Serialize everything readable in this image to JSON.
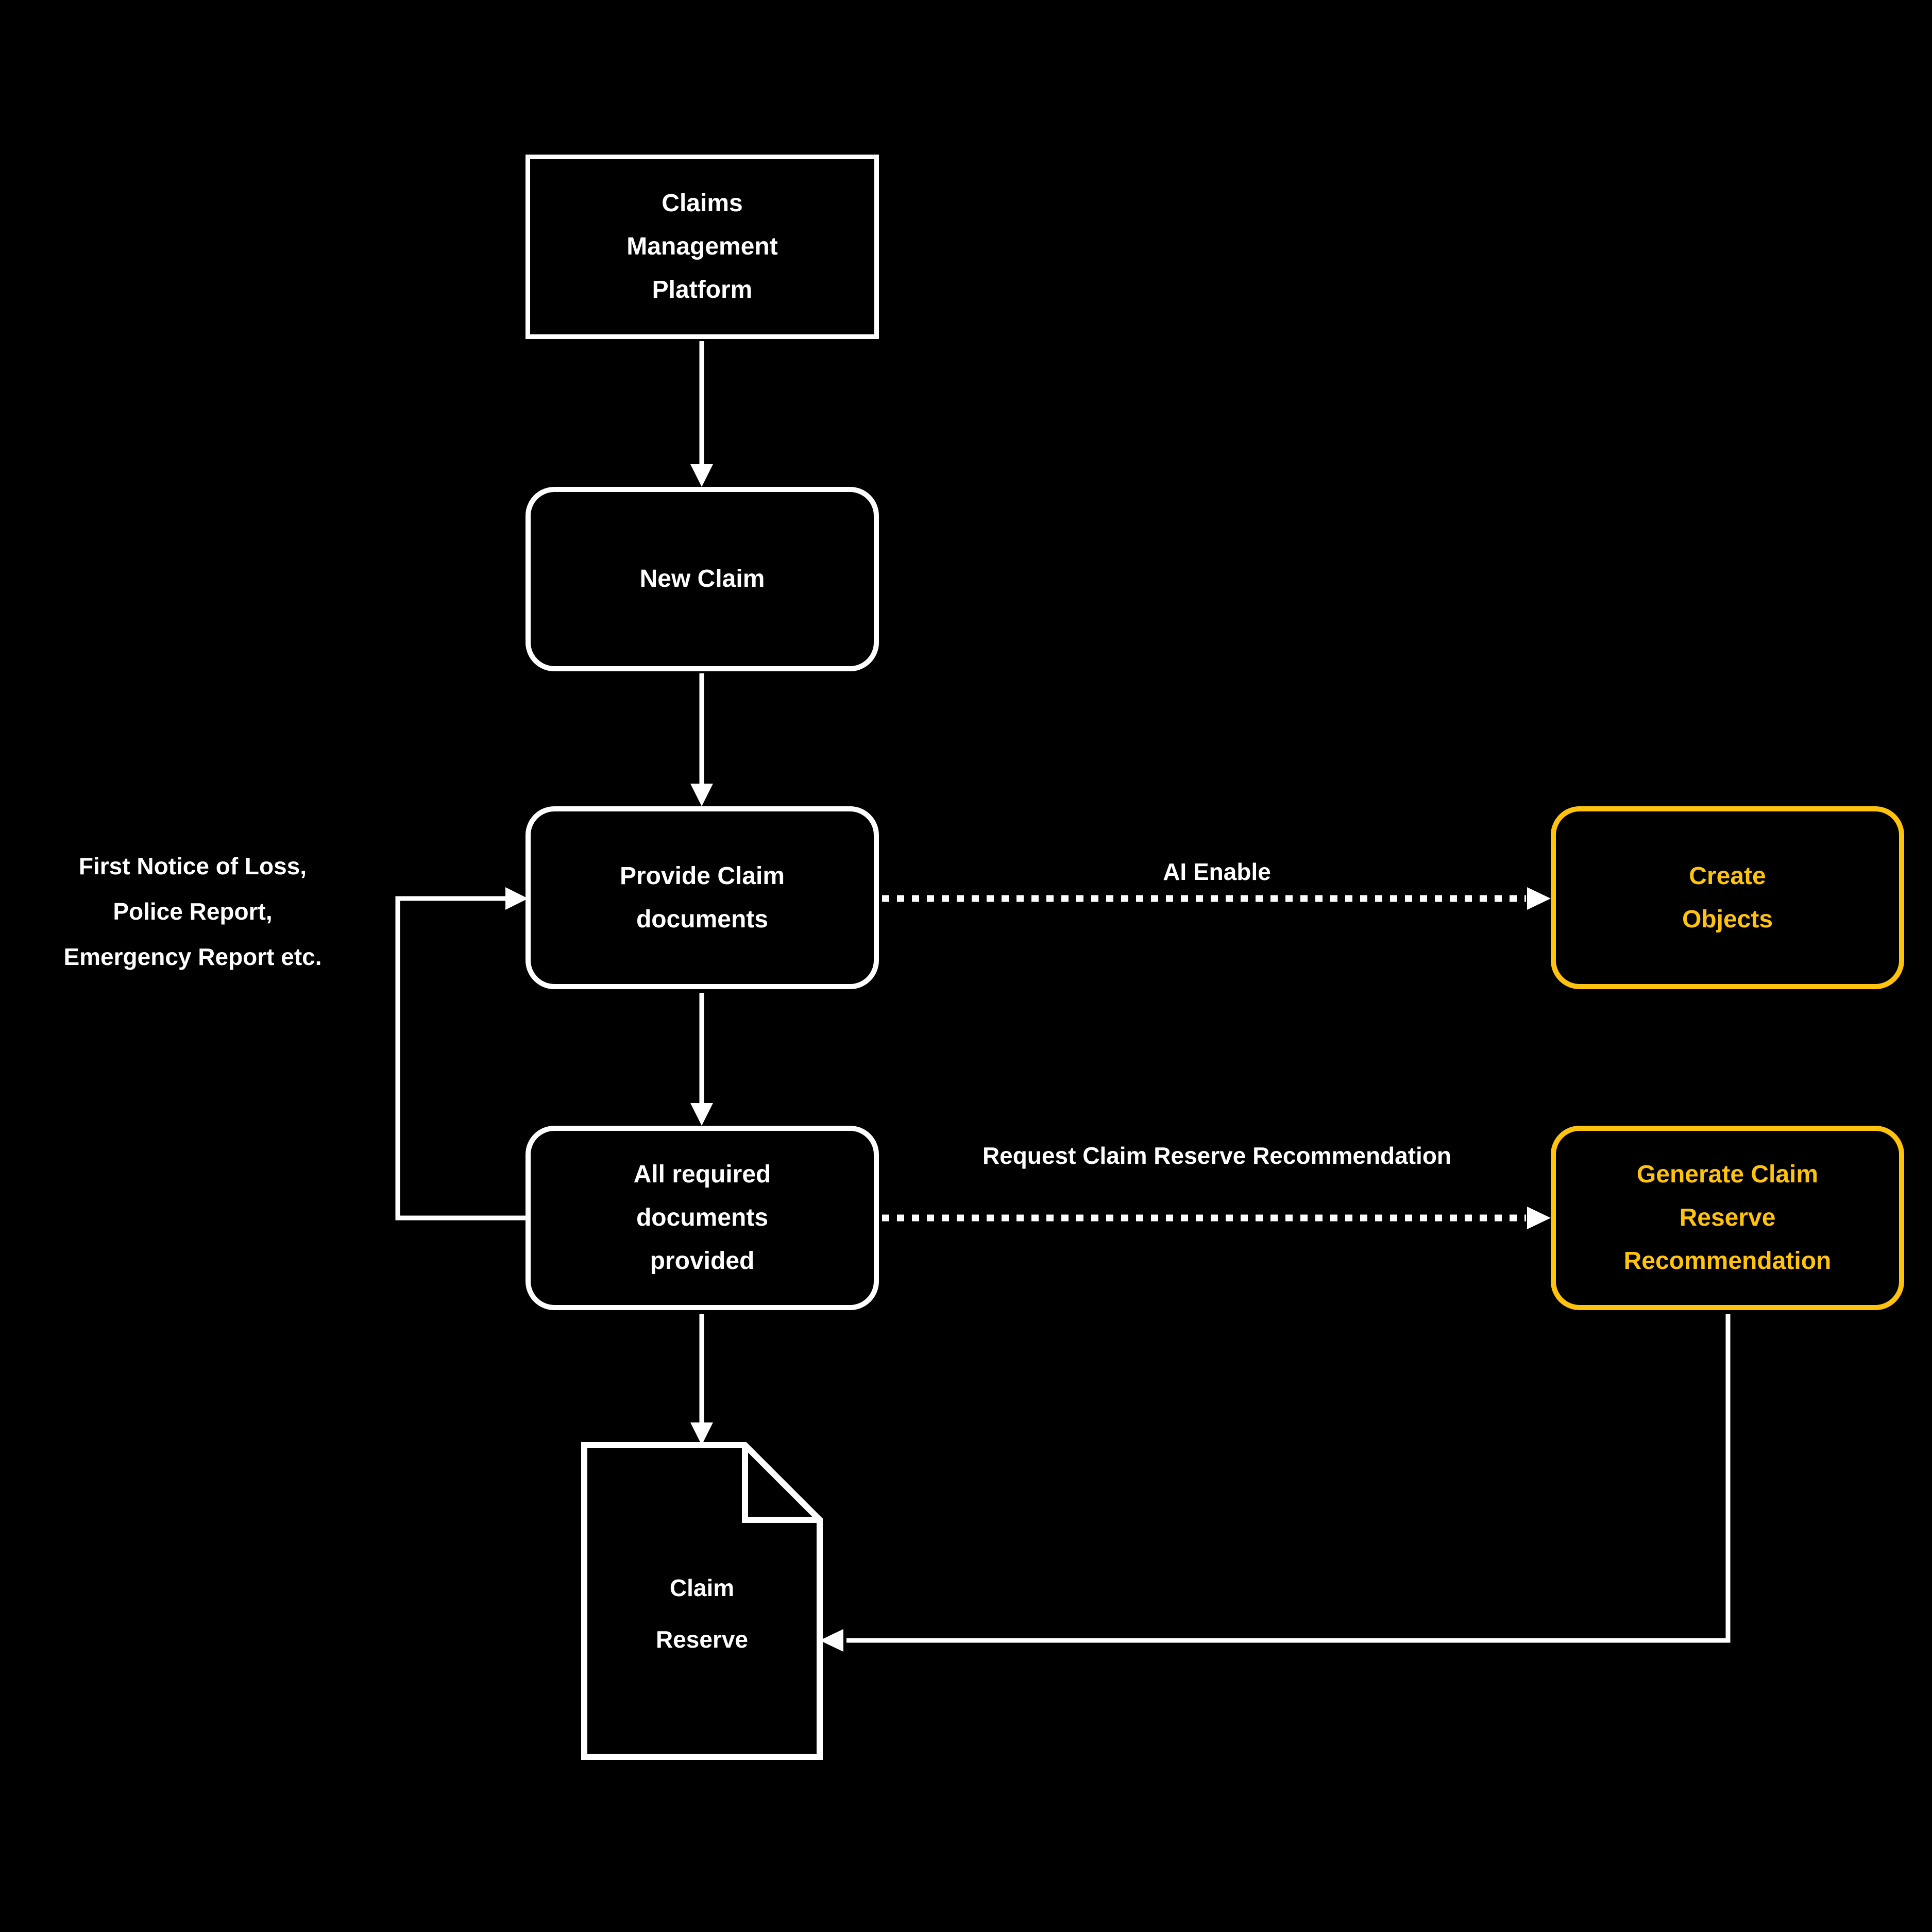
{
  "colors": {
    "background": "#000000",
    "line": "#ffffff",
    "accent": "#ffc20d",
    "text": "#ffffff"
  },
  "flowchart": {
    "nodes": {
      "claims_platform": {
        "label": "Claims\nManagement\nPlatform"
      },
      "new_claim": {
        "label": "New Claim"
      },
      "provide_documents": {
        "label": "Provide Claim\ndocuments"
      },
      "all_documents_provided": {
        "label": "All required\ndocuments\nprovided"
      },
      "create_objects": {
        "label": "Create\nObjects"
      },
      "generate_claim_reserve_recommendation": {
        "label": "Generate Claim\nReserve\nRecommendation"
      },
      "claim_reserve": {
        "label": "Claim\nReserve"
      }
    },
    "edges": {
      "ai_enable": {
        "label": "AI Enable"
      },
      "request_claim_reserve_recommendation": {
        "label": "Request Claim Reserve Recommendation"
      }
    },
    "annotations": {
      "input_documents": {
        "label": "First Notice of Loss,\nPolice Report,\nEmergency Report etc."
      }
    }
  }
}
